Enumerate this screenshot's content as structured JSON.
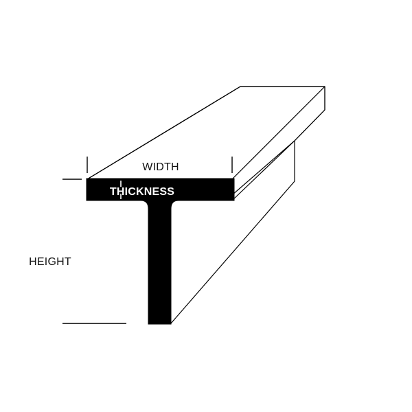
{
  "labels": {
    "width": "WIDTH",
    "thickness": "THICKNESS",
    "height": "HEIGHT"
  },
  "colors": {
    "background": "#ffffff",
    "profile_fill": "#000000",
    "outline": "#000000",
    "thickness_text": "#ffffff",
    "label_text": "#111111"
  }
}
